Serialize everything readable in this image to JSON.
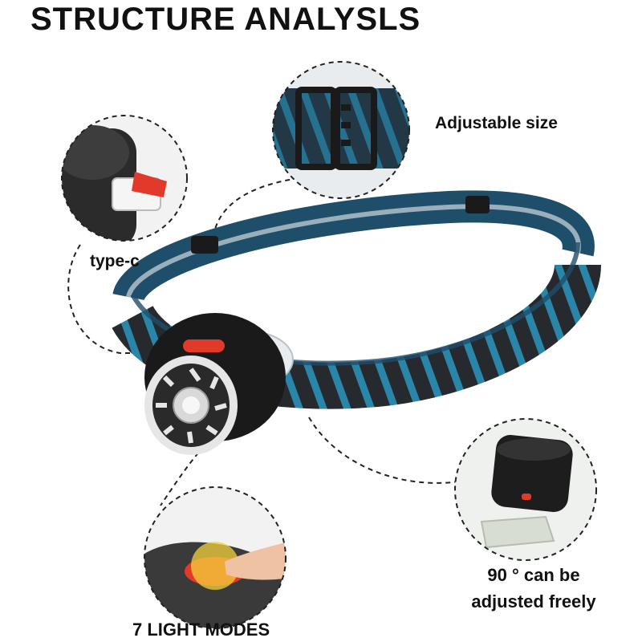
{
  "title": "STRUCTURE ANALYSLS",
  "callouts": {
    "adjustable": "Adjustable size",
    "typec": "type-c",
    "rotation_line1": "90 ° can be",
    "rotation_line2": "adjusted freely",
    "modes": "7 LIGHT MODES"
  },
  "icons": {
    "product": "headlamp-illustration",
    "buckle": "strap-buckle-illustration",
    "port": "usb-c-port-illustration",
    "tilt": "tilt-head-illustration",
    "button": "power-button-illustration"
  },
  "colors": {
    "strap": "#1f4e6b",
    "strap_accent": "#2a86a8",
    "body": "#1a1a1a",
    "button": "#e23a2a",
    "glow": "#f4d23c"
  }
}
